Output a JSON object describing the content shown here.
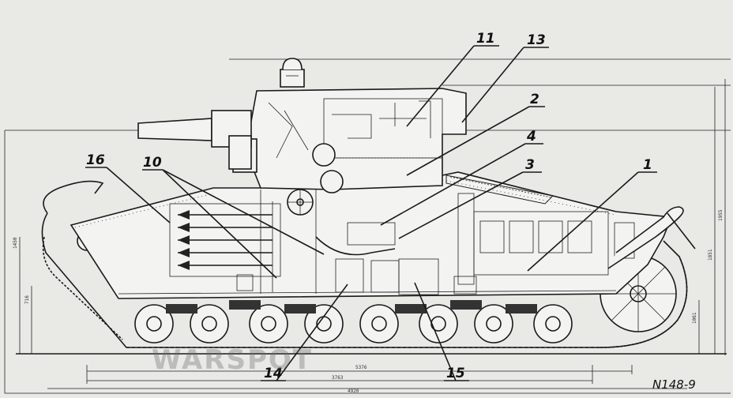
{
  "callouts": [
    {
      "id": "c1",
      "label": "1"
    },
    {
      "id": "c2",
      "label": "2"
    },
    {
      "id": "c3",
      "label": "3"
    },
    {
      "id": "c4",
      "label": "4"
    },
    {
      "id": "c10",
      "label": "10"
    },
    {
      "id": "c11",
      "label": "11"
    },
    {
      "id": "c13",
      "label": "13"
    },
    {
      "id": "c14",
      "label": "14"
    },
    {
      "id": "c15",
      "label": "15"
    },
    {
      "id": "c16",
      "label": "16"
    }
  ],
  "drawing_number": "N148-9",
  "watermark": "WARSPOT",
  "dimensions": {
    "d_5376": "5376",
    "d_3763": "3763",
    "d_4920": "4920",
    "d_1955": "1955",
    "d_1851": "1851",
    "d_716": "716",
    "d_1061": "1061",
    "d_1450": "1450"
  }
}
